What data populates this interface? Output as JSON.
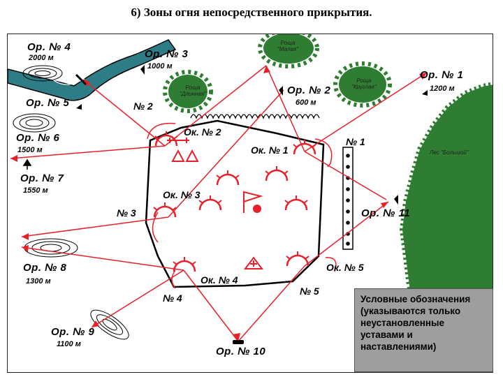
{
  "title": "6) Зоны огня непосредственного прикрытия.",
  "posts": [
    {
      "label": "Ор. № 4",
      "distance": "2000 м"
    },
    {
      "label": "Ор. № 3",
      "distance": "1000 м"
    },
    {
      "label": "Ор. № 2",
      "distance": "600 м"
    },
    {
      "label": "Ор. № 1",
      "distance": "1200 м"
    },
    {
      "label": "Ор. № 5",
      "distance": ""
    },
    {
      "label": "Ор. № 6",
      "distance": "1500 м"
    },
    {
      "label": "Ор. № 7",
      "distance": "1550 м"
    },
    {
      "label": "Ор. № 8",
      "distance": "1300 м"
    },
    {
      "label": "Ор. № 9",
      "distance": "1100 м"
    },
    {
      "label": "Ор. № 10",
      "distance": ""
    },
    {
      "label": "Ор. № 11",
      "distance": ""
    }
  ],
  "positions": [
    "Ок. № 1",
    "Ок. № 2",
    "Ок. № 3",
    "Ок. № 4",
    "Ок. № 5"
  ],
  "sectors": [
    "№ 1",
    "№ 2",
    "№ 3",
    "№ 4",
    "№ 5"
  ],
  "woods": [
    {
      "line1": "Роща",
      "line2": "\"Малая\""
    },
    {
      "line1": "Роща",
      "line2": "\"Длинная\""
    },
    {
      "line1": "Роща",
      "line2": "\"Круглая\""
    },
    {
      "line1": "Лес \"Большой\"",
      "line2": ""
    }
  ],
  "legend": {
    "text": "Условные обозначения (указываются только неустановленные уставами и наставлениями)"
  },
  "colors": {
    "fire_lines": "#e8202a",
    "wood_green": "#2f7d32",
    "river": "#2e7d86",
    "legend_bg": "#9e9e9e",
    "outline": "#000000"
  }
}
